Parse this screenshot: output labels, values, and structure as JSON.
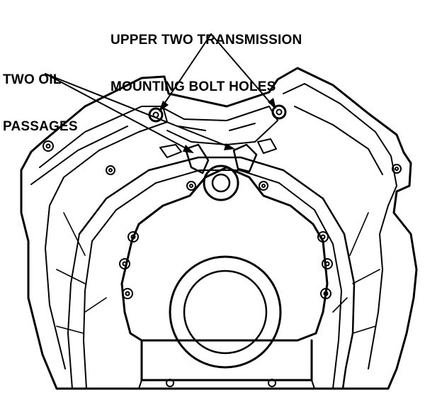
{
  "callouts": {
    "bolt_holes": {
      "line1": "UPPER TWO TRANSMISSION",
      "line2": "MOUNTING BOLT HOLES"
    },
    "oil_passages": {
      "line1": "TWO OIL",
      "line2": "PASSAGES"
    }
  },
  "colors": {
    "ink": "#000000",
    "paper": "#ffffff"
  }
}
